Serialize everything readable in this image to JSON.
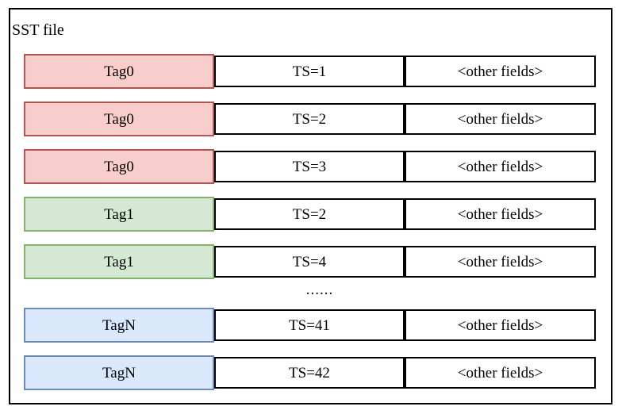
{
  "title": "SST file",
  "ellipsis": "......",
  "rows": [
    {
      "tag": "Tag0",
      "ts": "TS=1",
      "other": "<other fields>",
      "color": "red"
    },
    {
      "tag": "Tag0",
      "ts": "TS=2",
      "other": "<other fields>",
      "color": "red"
    },
    {
      "tag": "Tag0",
      "ts": "TS=3",
      "other": "<other fields>",
      "color": "red"
    },
    {
      "tag": "Tag1",
      "ts": "TS=2",
      "other": "<other fields>",
      "color": "green"
    },
    {
      "tag": "Tag1",
      "ts": "TS=4",
      "other": "<other fields>",
      "color": "green"
    },
    {
      "tag": "TagN",
      "ts": "TS=41",
      "other": "<other fields>",
      "color": "blue"
    },
    {
      "tag": "TagN",
      "ts": "TS=42",
      "other": "<other fields>",
      "color": "blue"
    }
  ],
  "colors": {
    "tag_red_fill": "#f8cecc",
    "tag_red_stroke": "#b85450",
    "tag_green_fill": "#d5e8d4",
    "tag_green_stroke": "#82b366",
    "tag_blue_fill": "#dae8fc",
    "tag_blue_stroke": "#6c8ebf",
    "cell_fill": "#ffffff",
    "cell_stroke": "#000000"
  }
}
